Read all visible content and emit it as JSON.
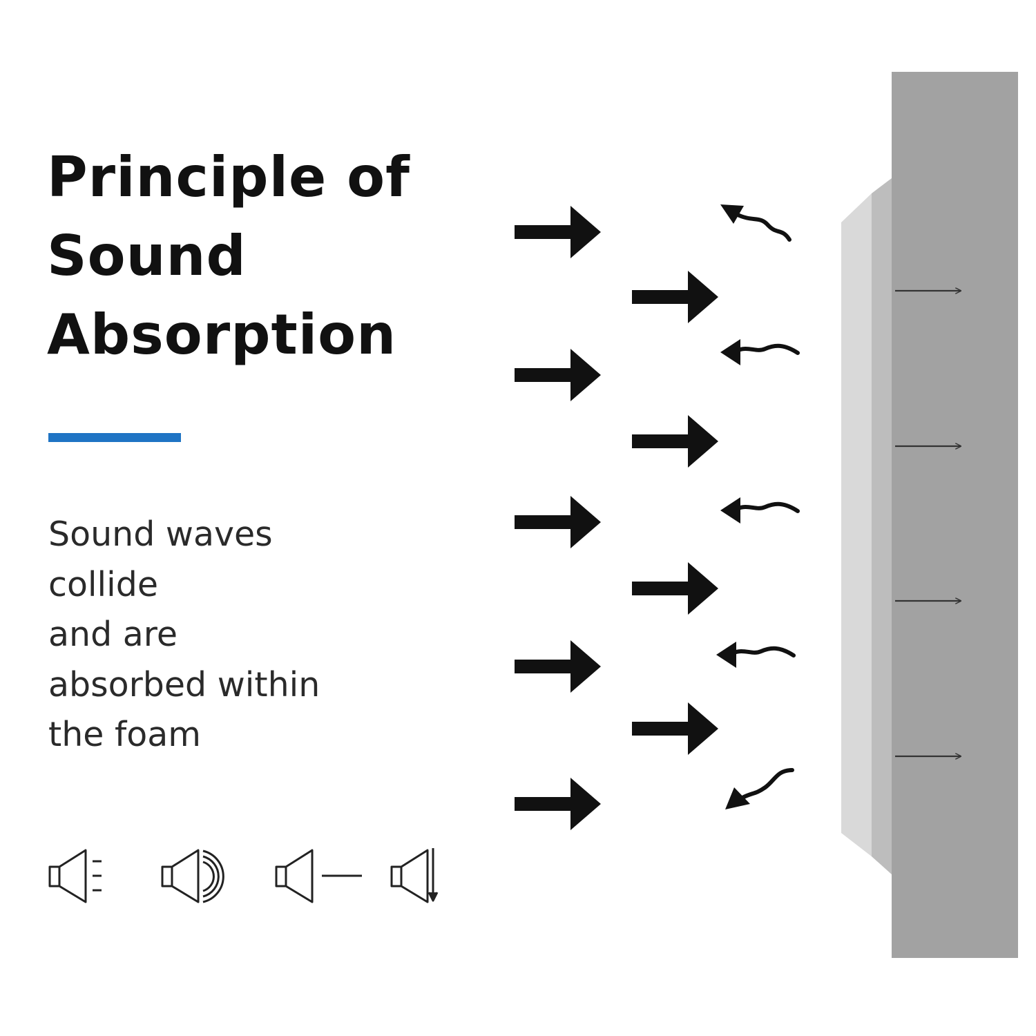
{
  "title": {
    "lines": [
      "Principle of",
      "Sound",
      "Absorption"
    ]
  },
  "description": {
    "lines": [
      "Sound waves",
      "collide",
      "and are",
      "absorbed within",
      "the foam"
    ]
  },
  "icons": [
    "speaker-fading-icon",
    "speaker-sound-waves-icon",
    "speaker-level-line-icon",
    "speaker-down-arrow-icon"
  ],
  "colors": {
    "accent": "#1f74c4",
    "arrow": "#111111",
    "wall": "#a2a2a2",
    "foam_front": "#d9d9d9",
    "foam_side": "#bdbdbd",
    "absorbed_arrow": "#333333"
  }
}
